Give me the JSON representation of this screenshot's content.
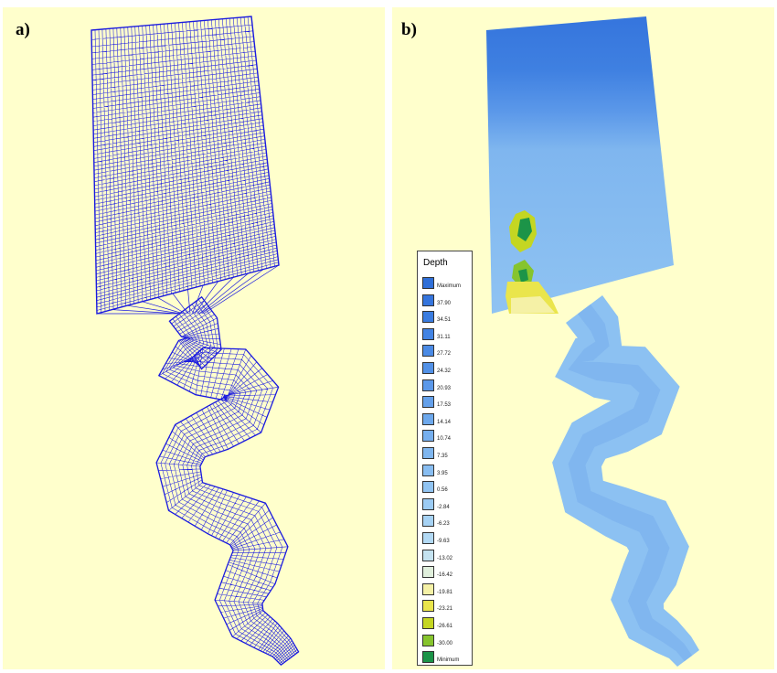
{
  "panels": {
    "a": {
      "label": "a)"
    },
    "b": {
      "label": "b)"
    }
  },
  "mesh": {
    "line_color": "#1a1adf"
  },
  "legend": {
    "title": "Depth",
    "entries": [
      {
        "label": "Maximum",
        "color": "#2f6fd8"
      },
      {
        "label": "37.90",
        "color": "#3575dd"
      },
      {
        "label": "34.51",
        "color": "#3a7ce0"
      },
      {
        "label": "31.11",
        "color": "#4283e3"
      },
      {
        "label": "27.72",
        "color": "#4a8ae5"
      },
      {
        "label": "24.32",
        "color": "#5291e7"
      },
      {
        "label": "20.93",
        "color": "#5b98e9"
      },
      {
        "label": "17.53",
        "color": "#64a0ea"
      },
      {
        "label": "14.14",
        "color": "#6da8ec"
      },
      {
        "label": "10.74",
        "color": "#76afee"
      },
      {
        "label": "7.35",
        "color": "#7fb6ef"
      },
      {
        "label": "3.95",
        "color": "#88bdf1"
      },
      {
        "label": "0.56",
        "color": "#91c4f2"
      },
      {
        "label": "-2.84",
        "color": "#9bcbf4"
      },
      {
        "label": "-6.23",
        "color": "#a6d2f4"
      },
      {
        "label": "-9.63",
        "color": "#b2d9f4"
      },
      {
        "label": "-13.02",
        "color": "#c4e2f0"
      },
      {
        "label": "-16.42",
        "color": "#e0efdc"
      },
      {
        "label": "-19.81",
        "color": "#f5f1a6"
      },
      {
        "label": "-23.21",
        "color": "#eae54c"
      },
      {
        "label": "-26.61",
        "color": "#c4d622"
      },
      {
        "label": "-30.00",
        "color": "#86c42d"
      },
      {
        "label": "Minimum",
        "color": "#1c9448"
      }
    ]
  }
}
